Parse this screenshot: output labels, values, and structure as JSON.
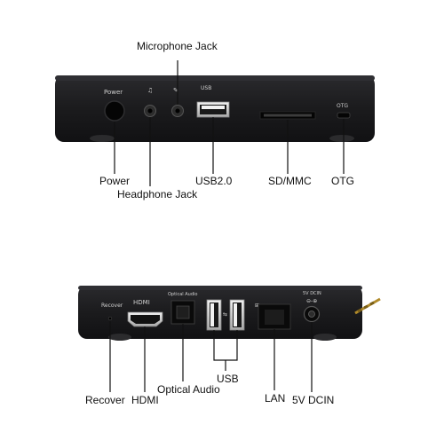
{
  "top_device": {
    "port_text": {
      "power": "Power",
      "usb": "USB",
      "otg": "OTG"
    },
    "callouts": {
      "microphone_jack": "Microphone Jack",
      "power": "Power",
      "headphone_jack": "Headphone Jack",
      "usb": "USB2.0",
      "sd_mmc": "SD/MMC",
      "otg": "OTG"
    }
  },
  "bottom_device": {
    "port_text": {
      "recover": "Recover",
      "hdmi": "HDMI",
      "optical": "Optical Audio",
      "dcin": "5V DCIN"
    },
    "callouts": {
      "recover": "Recover",
      "hdmi": "HDMI",
      "optical_audio": "Optical Audio",
      "usb": "USB",
      "lan": "LAN",
      "dcin": "5V DCIN"
    }
  },
  "colors": {
    "device_body": "#1b1b1d",
    "device_edge": "#0c0c0d",
    "port_black": "#050505",
    "port_silver": "#c9c9c9",
    "callout_line": "#111111",
    "background": "#ffffff"
  }
}
